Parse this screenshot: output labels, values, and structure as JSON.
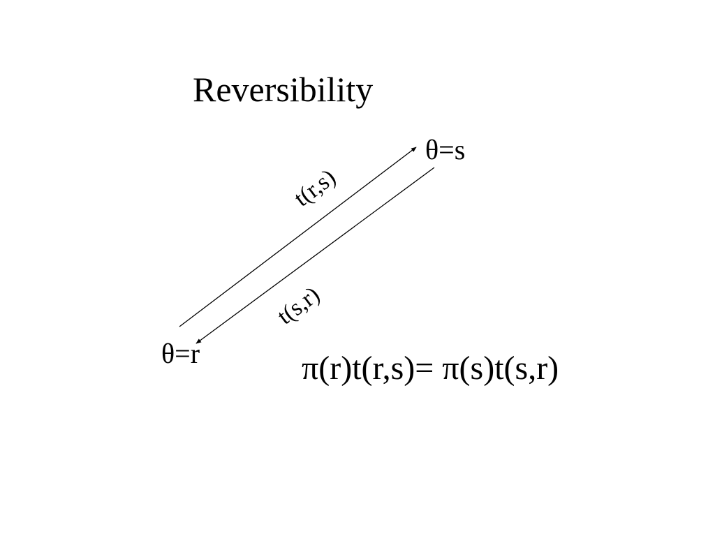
{
  "title": "Reversibility",
  "nodes": {
    "top": "θ=s",
    "bottom": "θ=r"
  },
  "edges": {
    "forward": "t(r,s)",
    "backward": "t(s,r)"
  },
  "equation": "π(r)t(r,s)= π(s)t(s,r)",
  "colors": {
    "background": "#ffffff",
    "ink": "#000000"
  }
}
